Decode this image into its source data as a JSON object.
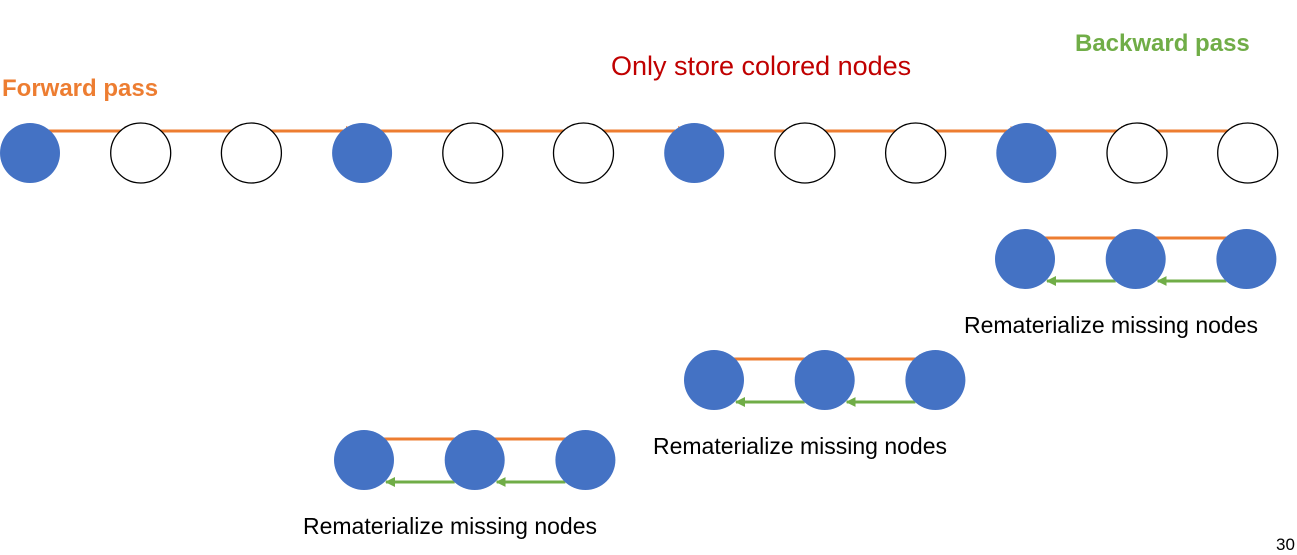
{
  "labels": {
    "forward_pass": "Forward pass",
    "backward_pass": "Backward pass",
    "only_store": "Only store colored nodes",
    "rematerialize": "Rematerialize missing nodes",
    "page_number": "30"
  },
  "colors": {
    "node_fill": "#4472c4",
    "empty_node_fill": "#ffffff",
    "forward_arrow": "#ed7d31",
    "backward_arrow": "#70ad47",
    "title_store": "#c00000"
  },
  "main_chain": {
    "nodes": [
      true,
      false,
      false,
      true,
      false,
      false,
      true,
      false,
      false,
      true,
      false,
      false
    ]
  },
  "remat_groups": [
    {
      "nodes": 3
    },
    {
      "nodes": 3
    },
    {
      "nodes": 3
    }
  ]
}
